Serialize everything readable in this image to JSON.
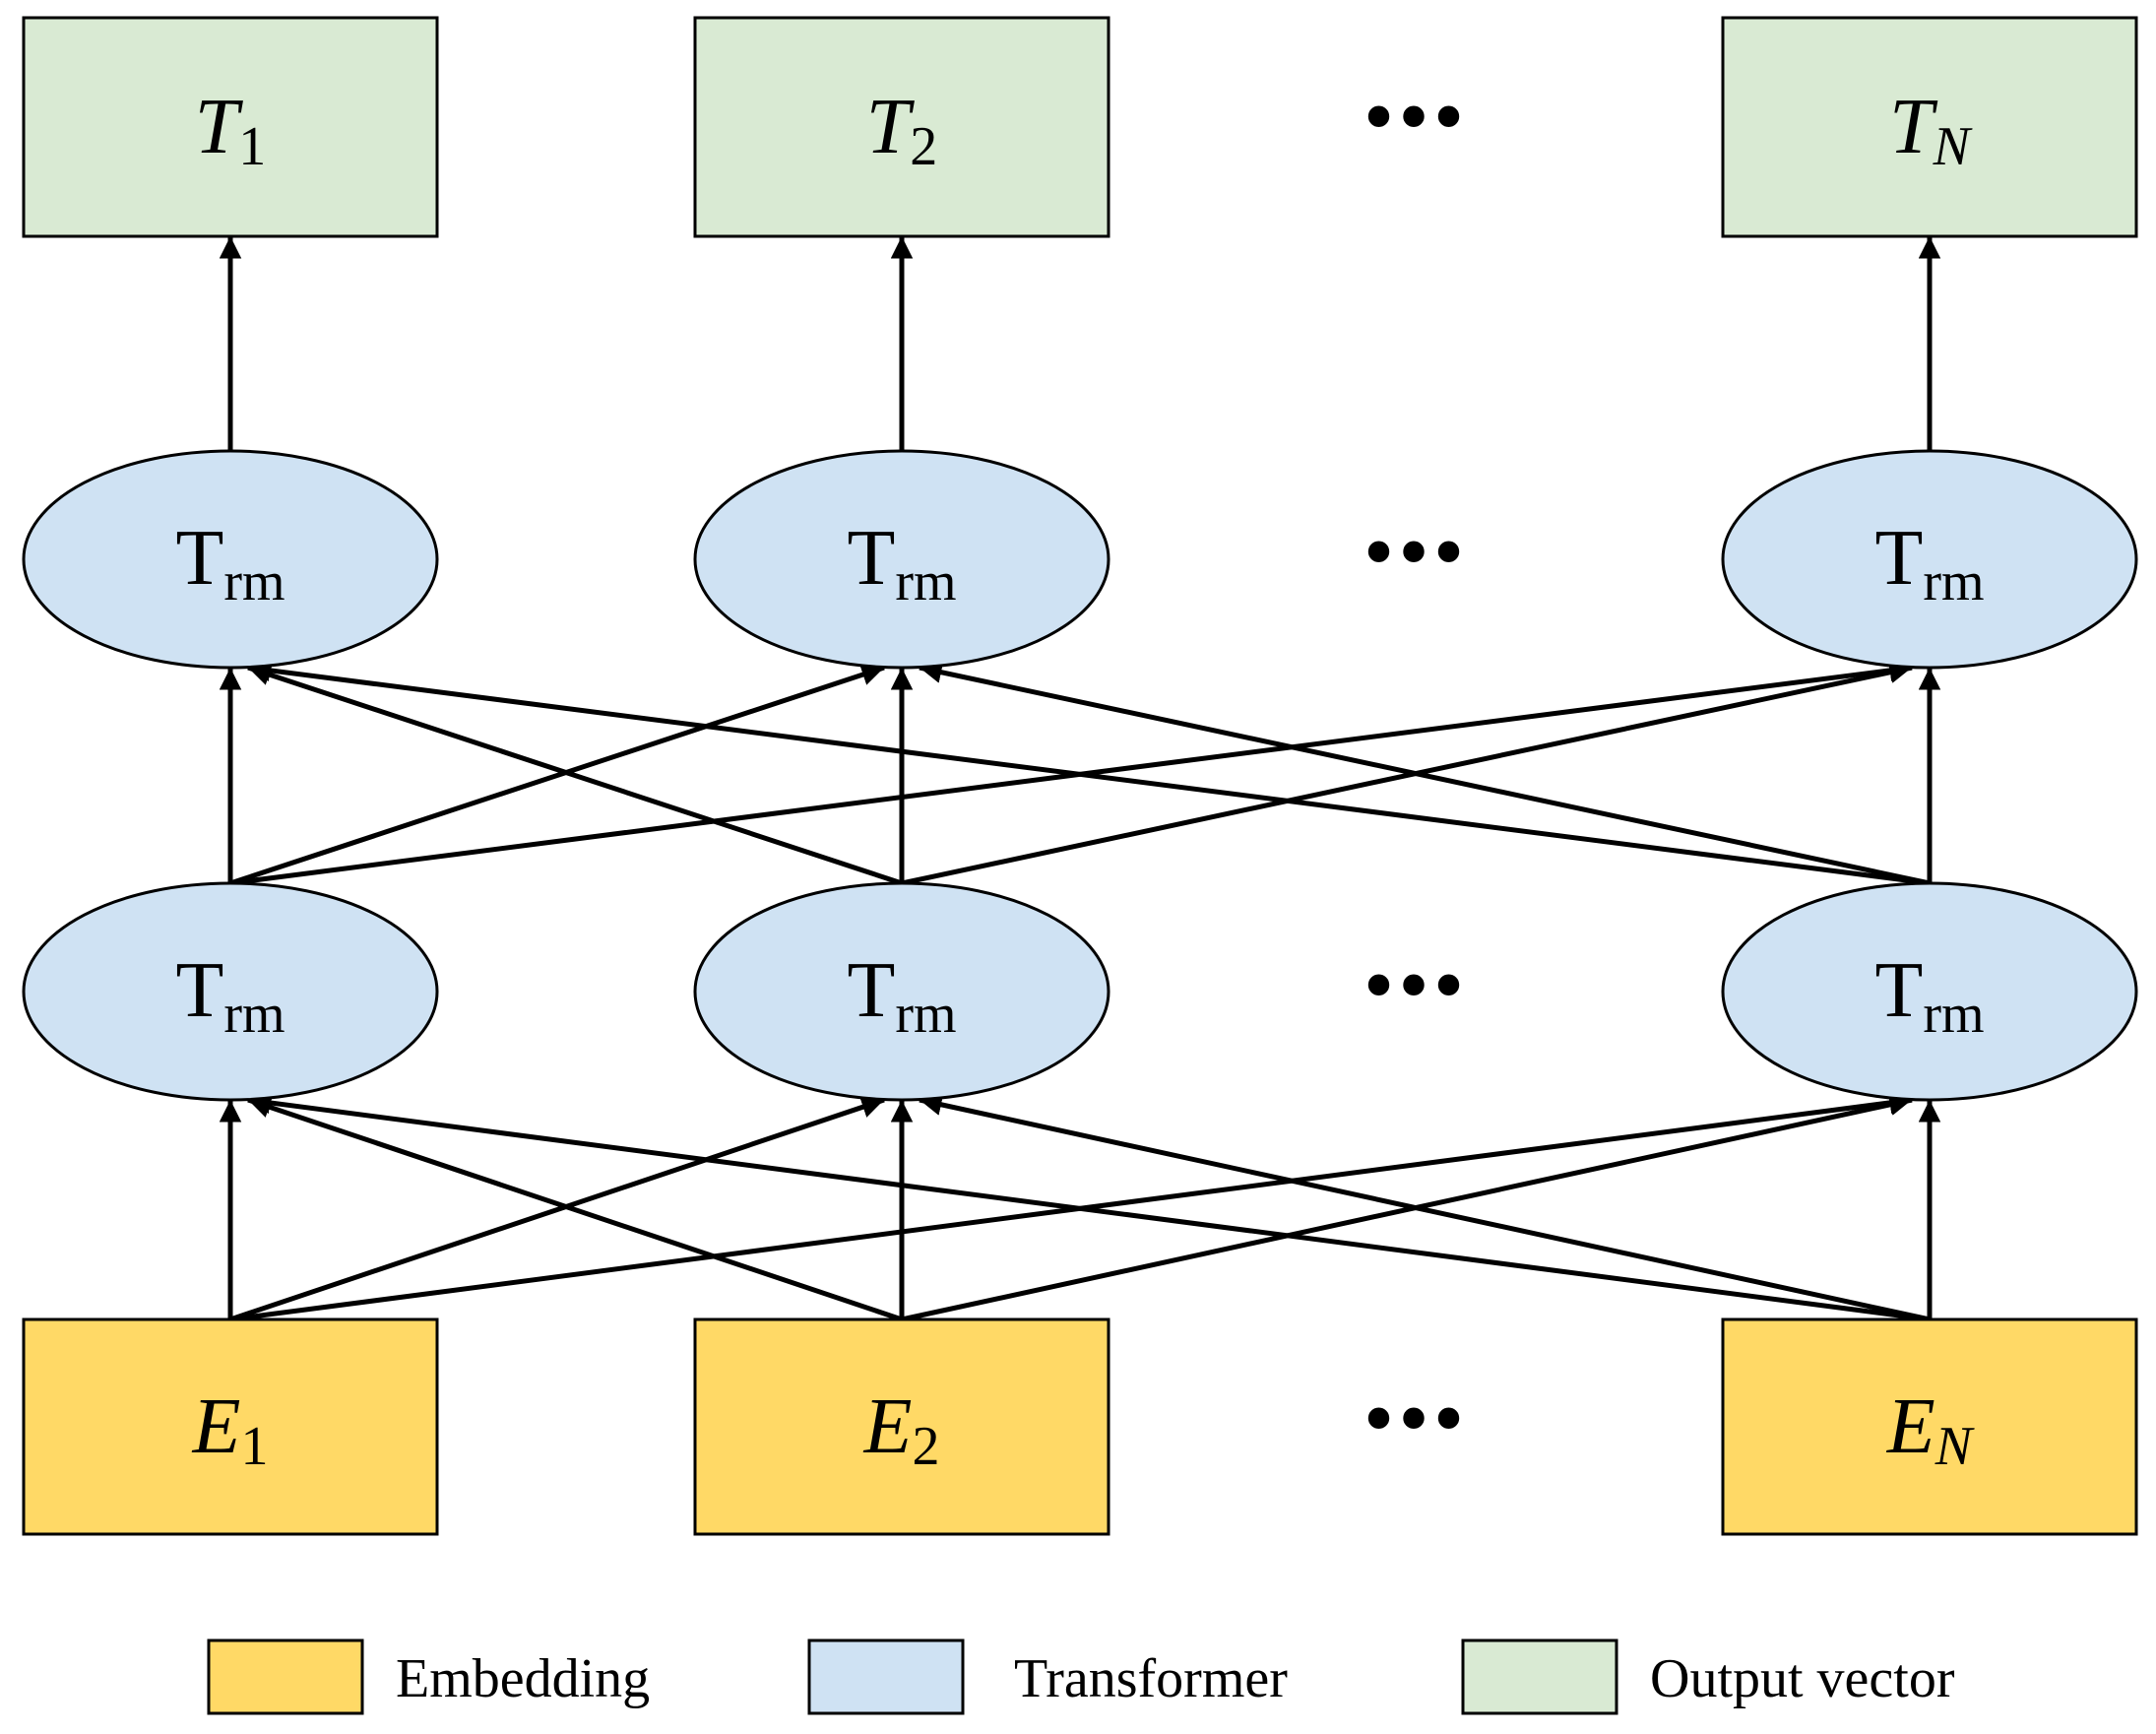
{
  "colors": {
    "embedding": "#FFD966",
    "transformer": "#CFE2F3",
    "output": "#D9EAD3",
    "stroke": "#000000"
  },
  "outputs": [
    {
      "base": "T",
      "sub": "1"
    },
    {
      "base": "T",
      "sub": "2"
    },
    {
      "base": "T",
      "sub": "N"
    }
  ],
  "transformer_upper": [
    {
      "base": "T",
      "sub": "rm"
    },
    {
      "base": "T",
      "sub": "rm"
    },
    {
      "base": "T",
      "sub": "rm"
    }
  ],
  "transformer_lower": [
    {
      "base": "T",
      "sub": "rm"
    },
    {
      "base": "T",
      "sub": "rm"
    },
    {
      "base": "T",
      "sub": "rm"
    }
  ],
  "embeddings": [
    {
      "base": "E",
      "sub": "1"
    },
    {
      "base": "E",
      "sub": "2"
    },
    {
      "base": "E",
      "sub": "N"
    }
  ],
  "ellipsis": "•••",
  "legend": [
    {
      "label": "Embedding",
      "color_key": "embedding"
    },
    {
      "label": "Transformer",
      "color_key": "transformer"
    },
    {
      "label": "Output vector",
      "color_key": "output"
    }
  ]
}
